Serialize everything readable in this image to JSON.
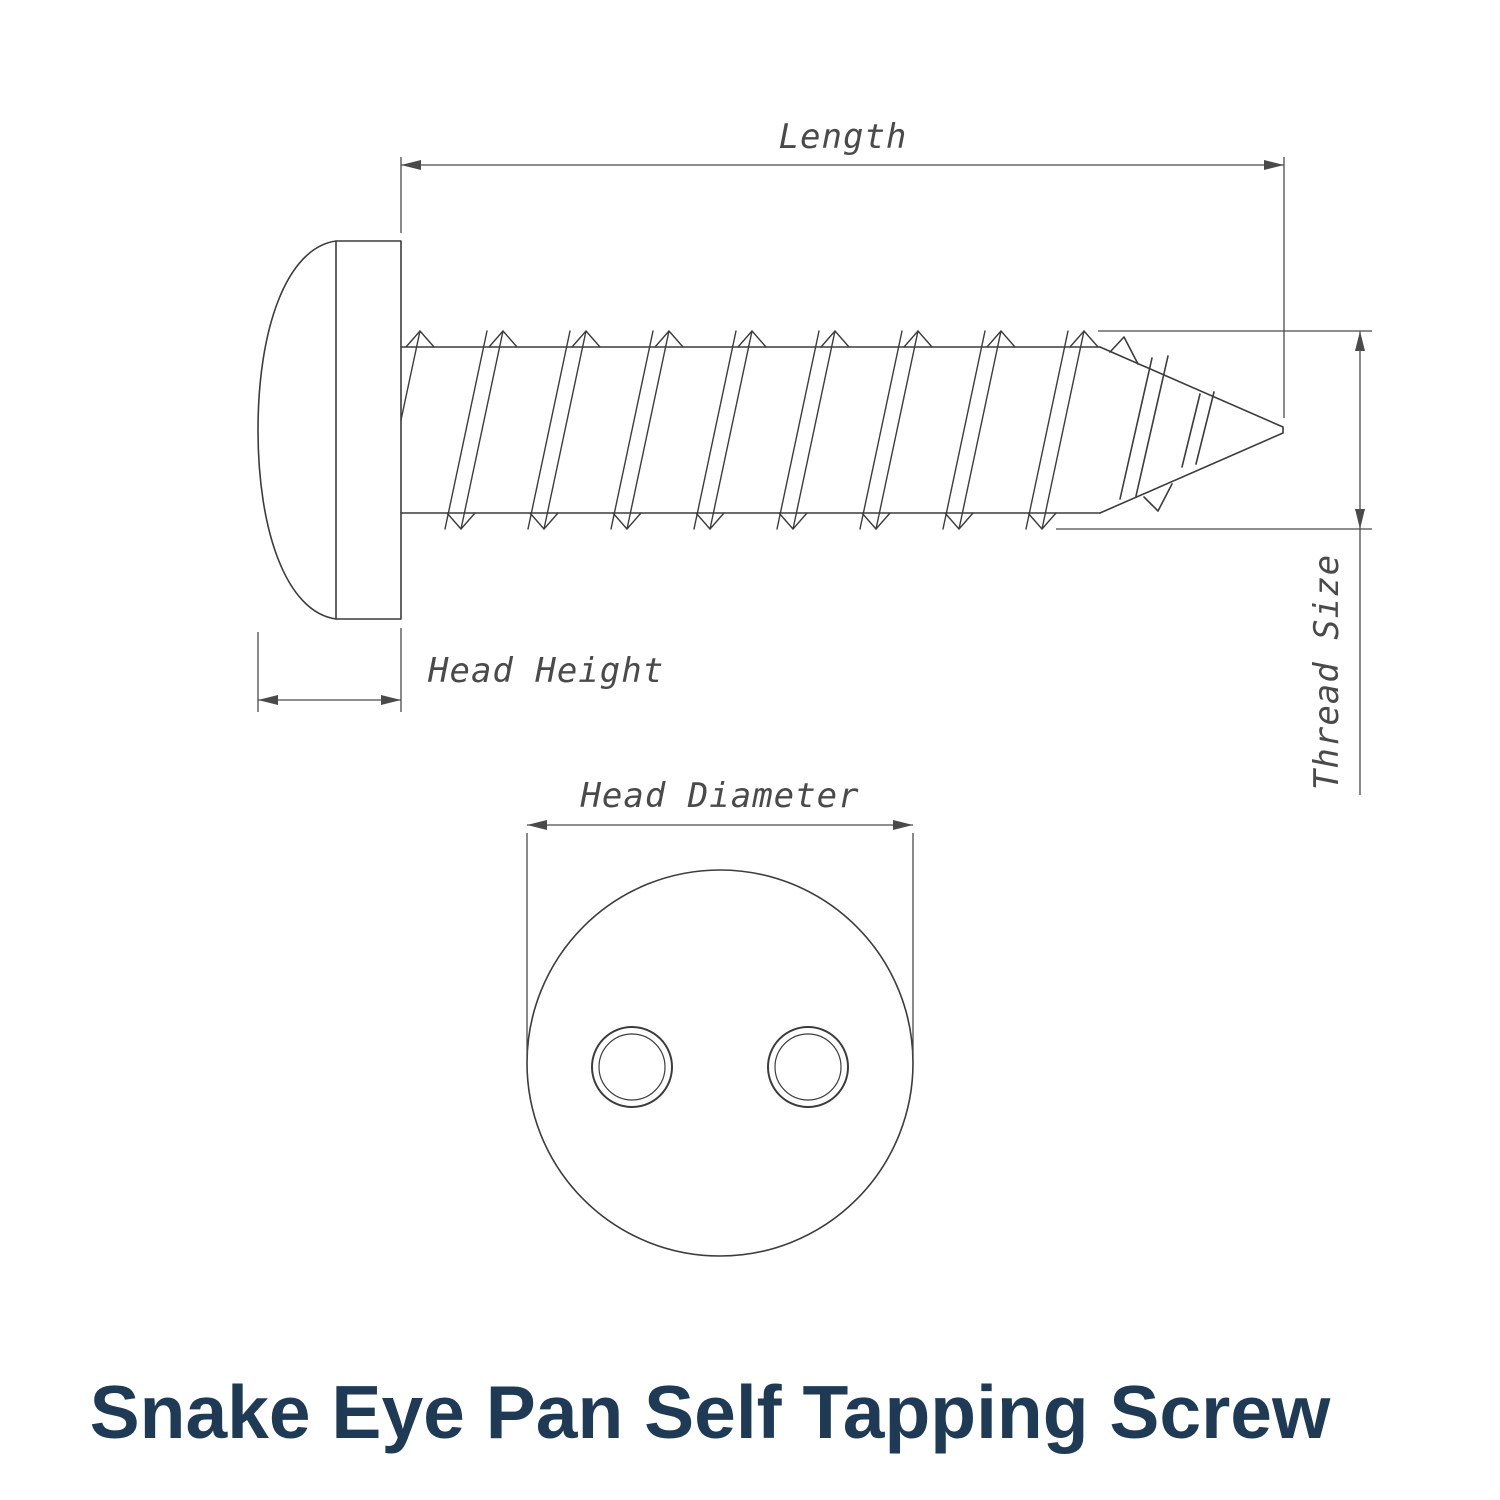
{
  "title": "Snake Eye Pan Self Tapping Screw",
  "dimensions": {
    "length_label": "Length",
    "head_height_label": "Head Height",
    "thread_size_label": "Thread Size",
    "head_diameter_label": "Head Diameter"
  },
  "colors": {
    "line": "#3c3c3c",
    "dimension": "#4a4a4a",
    "title": "#1e3a55",
    "background": "#ffffff"
  }
}
